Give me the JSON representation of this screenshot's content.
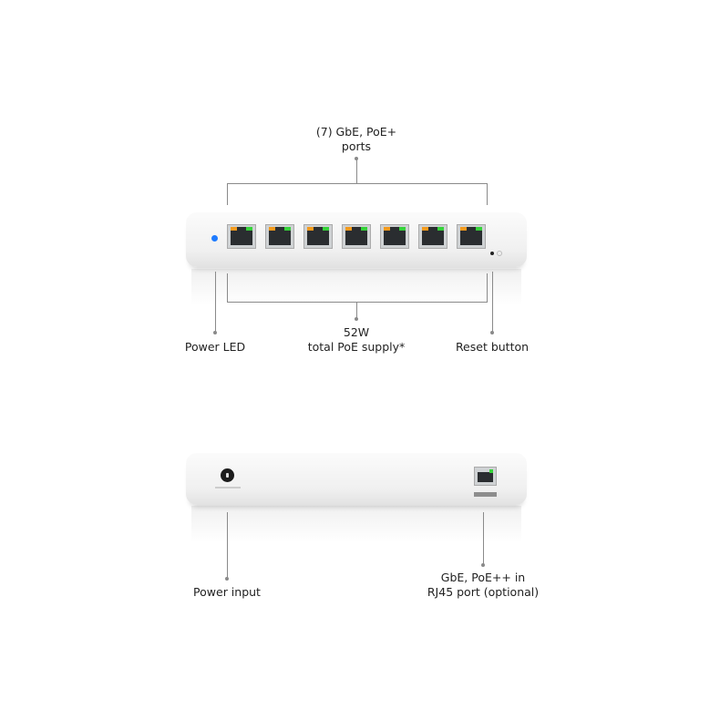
{
  "front": {
    "ports_callout": [
      "(7) GbE, PoE+",
      "ports"
    ],
    "poe_callout": [
      "52W",
      "total PoE supply*"
    ],
    "power_led_label": "Power LED",
    "reset_label": "Reset button",
    "port_count": 7,
    "colors": {
      "led": "#1e7bff",
      "port_amber": "#f39a1e",
      "port_green": "#36d23a"
    }
  },
  "back": {
    "power_input_label": "Power input",
    "uplink_callout": [
      "GbE, PoE++ in",
      "RJ45 port (optional)"
    ]
  }
}
